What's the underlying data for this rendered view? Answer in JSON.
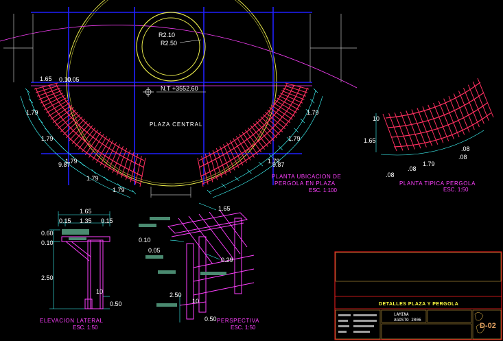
{
  "plan": {
    "radius_inner": "R2.10",
    "radius_outer": "R2.50",
    "level": "N.T +3552.60",
    "plaza_label": "PLAZA CENTRAL",
    "dim_1_65": "1.65",
    "dim_0_10": "0.10",
    "dim_0_05": "0.05",
    "dim_1_79_a": "1.79",
    "dim_1_79_b": "1.79",
    "dim_1_79_c": "1.79",
    "dim_1_79_d": "1.79",
    "dim_1_79_e": "1.79",
    "dim_1_79_f": "1.79",
    "dim_1_79_g": "1.79",
    "dim_1_79_h": "1.79",
    "dim_9_87_a": "9.87",
    "dim_9_87_b": "9.87",
    "title_line1": "PLANTA UBICACION DE",
    "title_line2": "PERGOLA EN PLAZA",
    "scale": "ESC. 1:100"
  },
  "typical": {
    "dim_1_65": "1.65",
    "dim_10": "10",
    "dim_1_79": "1.79",
    "dim_08_a": ".08",
    "dim_08_b": ".08",
    "dim_08_c": ".08",
    "dim_08_d": ".08",
    "title": "PLANTA TIPICA PERGOLA",
    "scale": "ESC. 1:50"
  },
  "elevation": {
    "dim_1_65": "1.65",
    "dim_0_15_a": "0.15",
    "dim_1_35": "1.35",
    "dim_0_15_b": "0.15",
    "dim_0_60": "0.60",
    "dim_0_10": "0.10",
    "dim_2_50": "2.50",
    "dim_10": "10",
    "dim_0_50": "0.50",
    "title": "ELEVACION LATERAL",
    "scale": "ESC. 1:50"
  },
  "perspective": {
    "dim_1_65": "1.65",
    "dim_0_10": "0.10",
    "dim_0_05": "0.05",
    "dim_0_29": "0.29",
    "dim_2_50": "2.50",
    "dim_10": "10",
    "dim_0_50": "0.50",
    "title": "PERSPECTIVA",
    "scale": "ESC. 1:50"
  },
  "title_block": {
    "drawing_title": "DETALLES PLAZA Y PERGOLA",
    "sheet": "D-02",
    "field_a": "LAMINA",
    "field_b": "AGOSTO 2006"
  }
}
